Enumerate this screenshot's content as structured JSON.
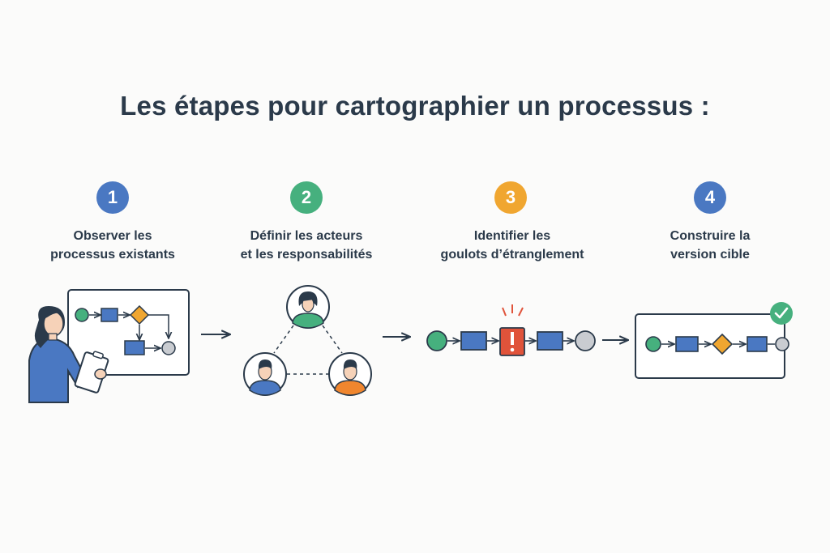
{
  "title": "Les étapes pour cartographier un processus :",
  "colors": {
    "blue": "#4a78c2",
    "green": "#46b07e",
    "orange": "#f0a630",
    "red": "#e0533a",
    "gray": "#c9ccd1",
    "dark": "#2b3a4a"
  },
  "steps": [
    {
      "number": "1",
      "line1": "Observer les",
      "line2": "processus existants",
      "icon": "whiteboard-person-icon"
    },
    {
      "number": "2",
      "line1": "Définir les acteurs",
      "line2": "et les responsabilités",
      "icon": "actors-network-icon"
    },
    {
      "number": "3",
      "line1": "Identifier les",
      "line2": "goulots d’étranglement",
      "icon": "bottleneck-flow-icon"
    },
    {
      "number": "4",
      "line1": "Construire la",
      "line2": "version cible",
      "icon": "target-process-icon"
    }
  ]
}
